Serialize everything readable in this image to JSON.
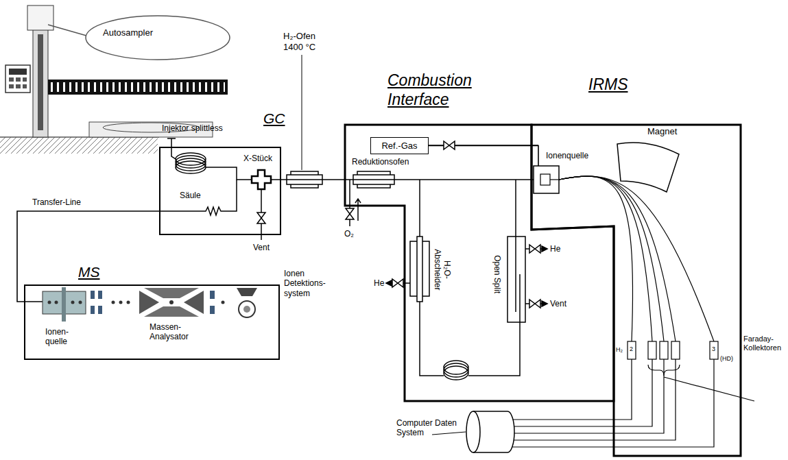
{
  "diagram": {
    "nodes": [
      {
        "text": [
          "GC"
        ]
      },
      {
        "text": [
          "MS"
        ]
      },
      {
        "text": [
          "Combustion Interface"
        ]
      },
      {
        "text": [
          "Ref.-Gas"
        ],
        "in": 2
      },
      {
        "text": [
          "Reduktionsofen"
        ],
        "in": 2
      },
      {
        "text": [
          "IRMS"
        ]
      },
      {
        "text": [
          "Ionenquelle"
        ],
        "in": 5
      }
    ],
    "edges": [
      {
        "from": 0,
        "to": 1,
        "arrow": "none",
        "label": "Transfer-Line"
      },
      {
        "from": 0,
        "to": 4,
        "arrow": "none"
      },
      {
        "from": 3,
        "to": 6,
        "arrow": "none"
      },
      {
        "from": 4,
        "to": 6,
        "arrow": "none"
      }
    ],
    "labels": [
      "Autosampler",
      "Injektor splittless",
      "X-Stück",
      "Säule",
      "Vent",
      "H₂-Ofen 1400 °C",
      "O₂",
      "H₂O- Abscheider",
      "He",
      "Open Split",
      "He",
      "Vent",
      "Magnet",
      "H₂",
      "2",
      "3",
      "(HD)",
      "Faraday- Kollektoren",
      "Computer Daten System",
      "Ionen- quelle",
      "Massen- Analysator",
      "Ionen Detektions- system"
    ]
  }
}
